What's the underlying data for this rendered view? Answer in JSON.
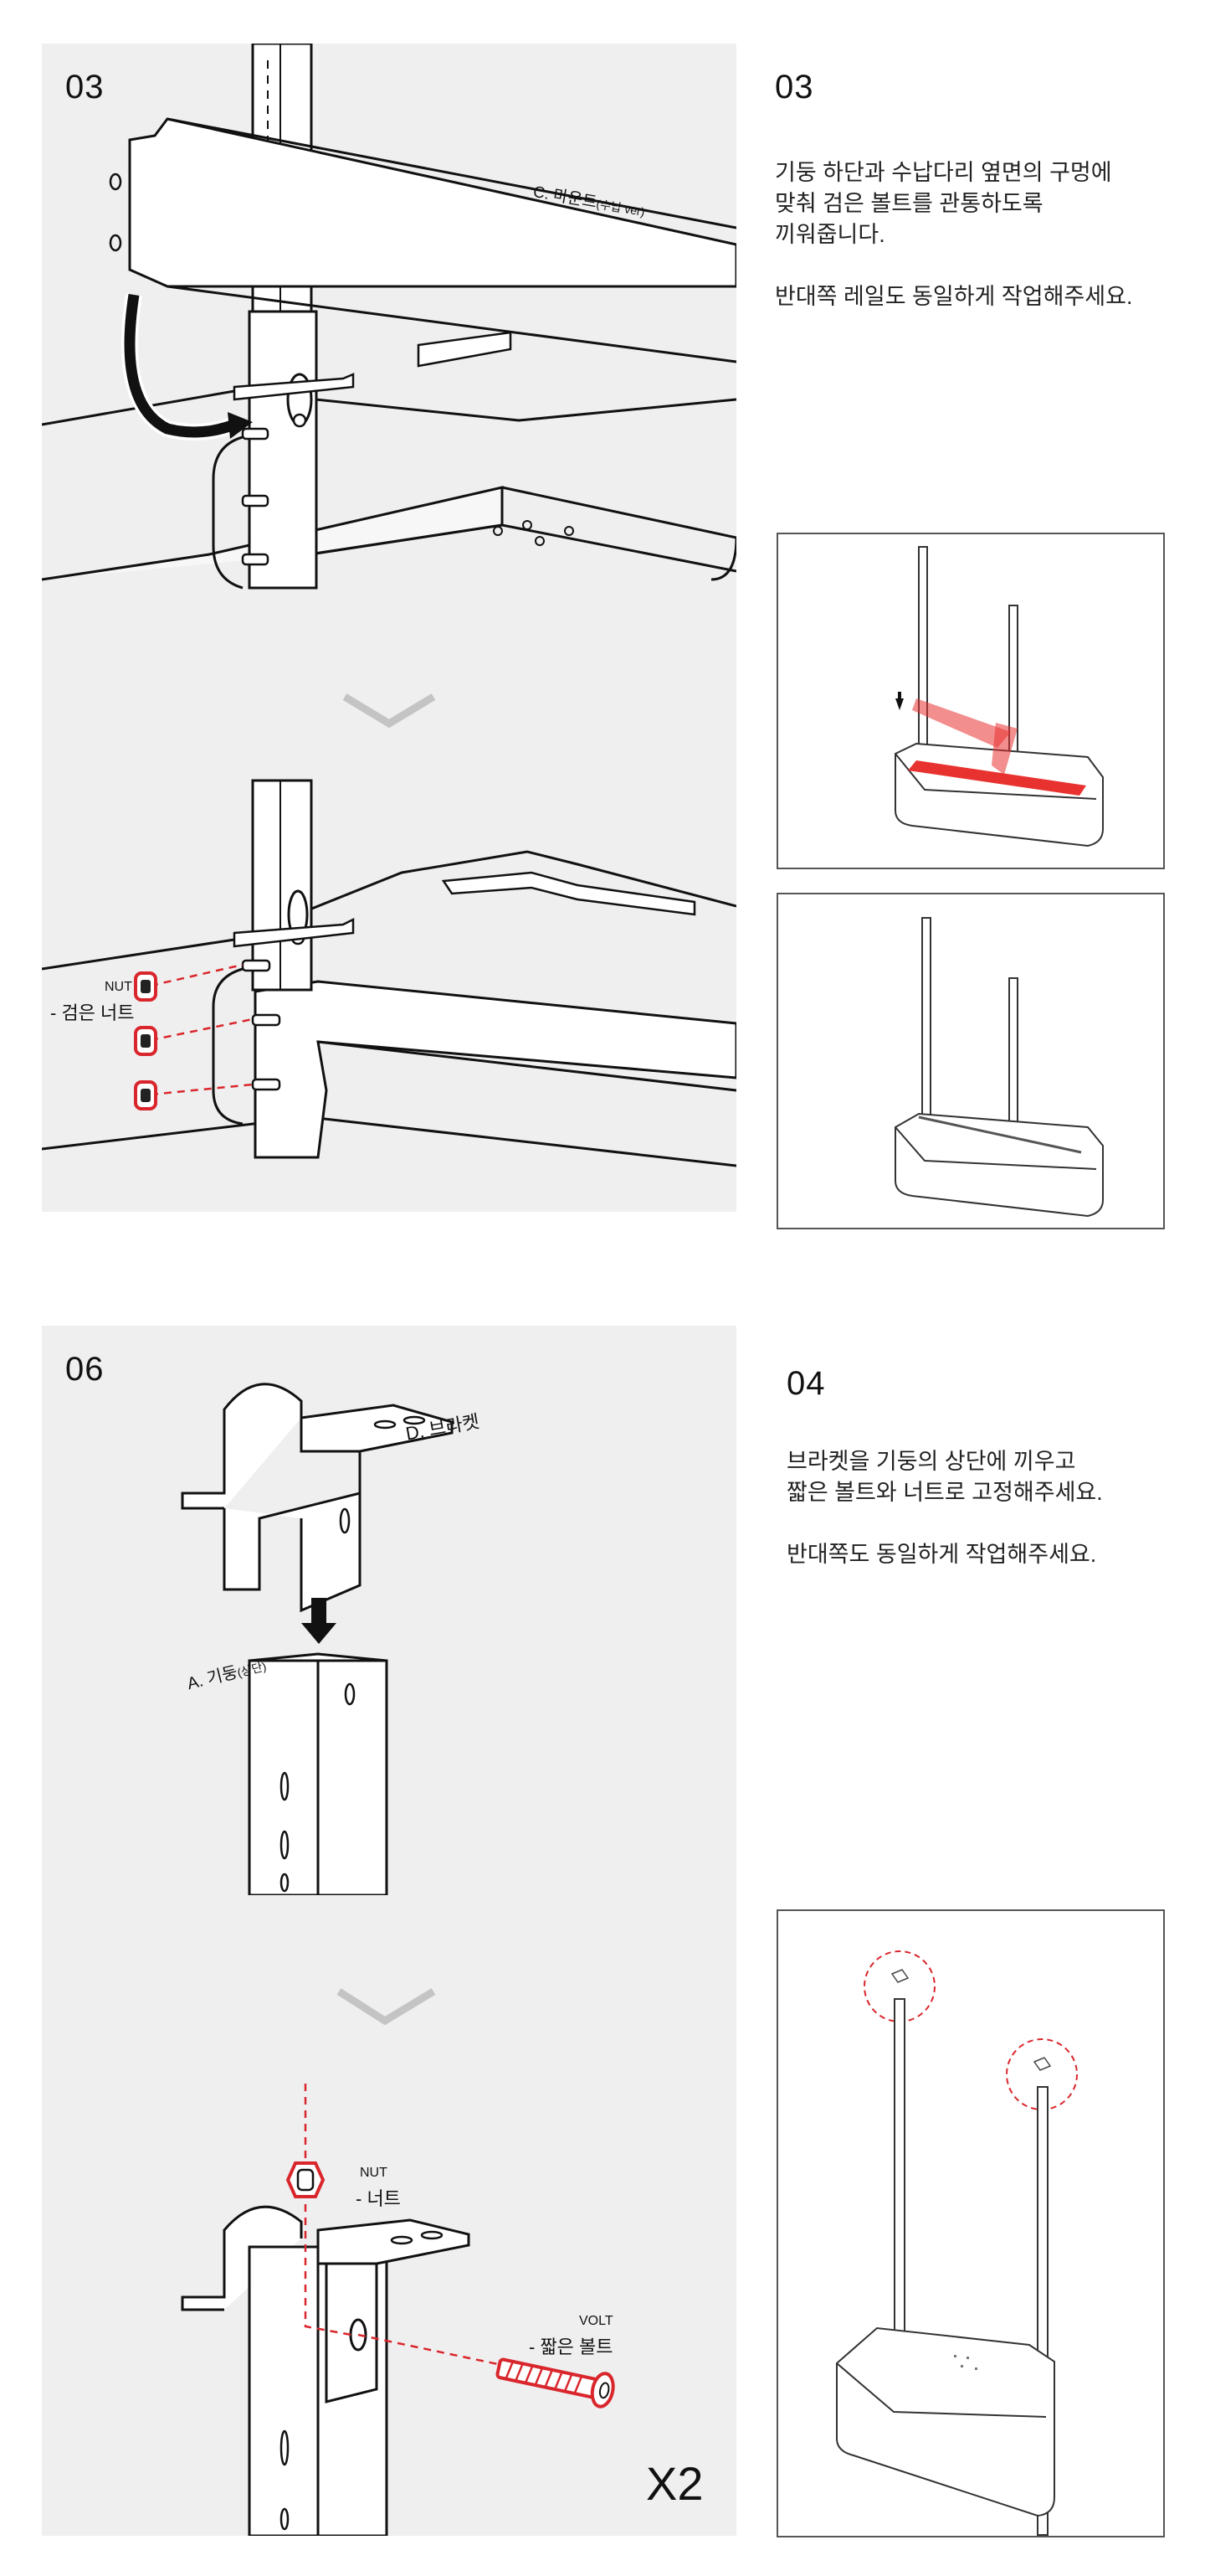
{
  "section_a": {
    "panel": {
      "step": "03",
      "mount_label": "C. 마운트",
      "mount_sub": "(수납 ver)",
      "nut_en": "NUT",
      "nut_kr": "- 검은 너트"
    },
    "step": "03",
    "lines": [
      "기둥 하단과 수납다리 옆면의 구멍에",
      "맞춰 검은 볼트를 관통하도록",
      "끼워줍니다."
    ],
    "note": "반대쪽 레일도 동일하게 작업해주세요."
  },
  "section_b": {
    "panel": {
      "step": "06",
      "bracket_label": "D. 브라켓",
      "column_label": "A. 기둥",
      "column_sub": "(상단)",
      "nut_en": "NUT",
      "nut_kr": "- 너트",
      "volt_en": "VOLT",
      "volt_kr": "- 짧은 볼트",
      "multiplier": "X2"
    },
    "step": "04",
    "lines": [
      "브라켓을 기둥의 상단에 끼우고",
      "짧은 볼트와 너트로 고정해주세요."
    ],
    "note": "반대쪽도 동일하게 작업해주세요."
  },
  "colors": {
    "panel_bg": "#efefef",
    "accent_red": "#d9262c",
    "highlight_red": "#e8322f",
    "chevron": "#c4c4c4",
    "line": "#111111"
  },
  "icons": [
    "arrow-curved-icon",
    "arrow-down-icon",
    "chevron-down-icon",
    "nut-icon",
    "bolt-icon"
  ]
}
